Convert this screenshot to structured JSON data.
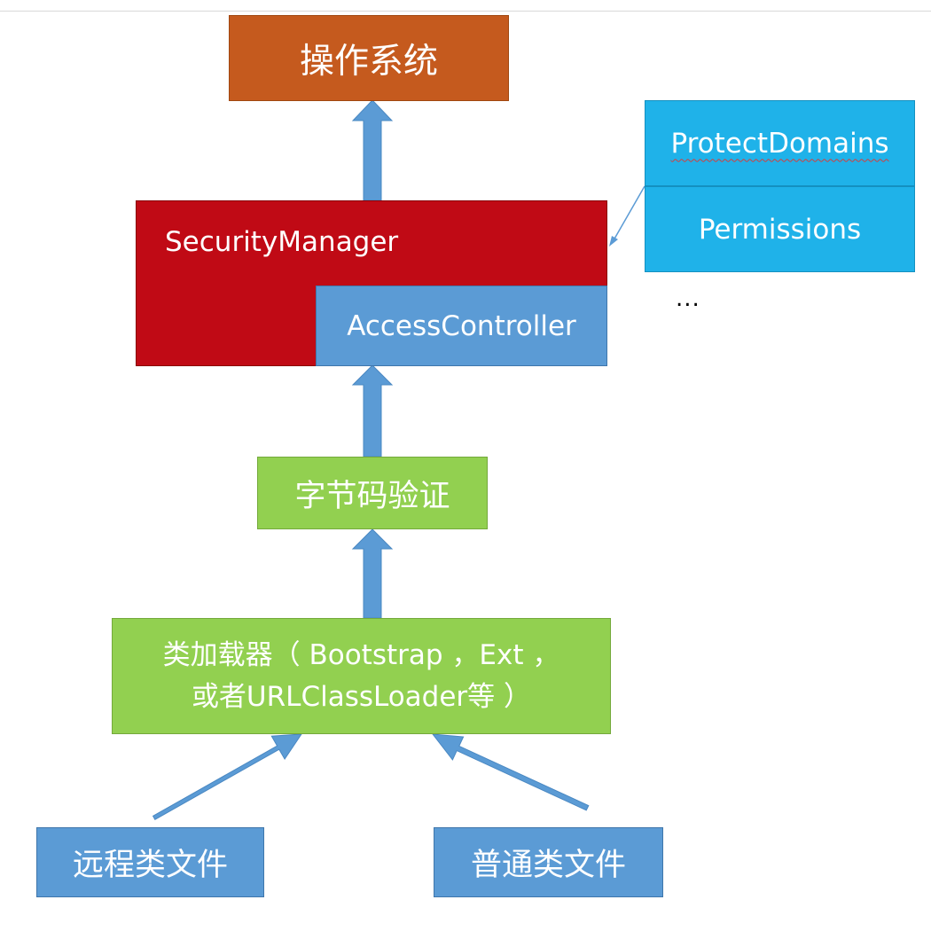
{
  "diagram": {
    "nodes": {
      "os": {
        "label": "操作系统",
        "color": "#c55a1e"
      },
      "security_manager": {
        "label": "SecurityManager",
        "color": "#c00a15"
      },
      "access_controller": {
        "label": "AccessController",
        "color": "#5b9bd5"
      },
      "protect_domains": {
        "label": "ProtectDomains",
        "color": "#1fb2e9"
      },
      "permissions": {
        "label": "Permissions",
        "color": "#1fb2e9"
      },
      "ellipsis": {
        "label": "..."
      },
      "bytecode_verify": {
        "label": "字节码验证",
        "color": "#92d050"
      },
      "class_loader": {
        "line1": "类加载器（ Bootstrap ，Ext ，",
        "line2": "或者URLClassLoader等 ）",
        "color": "#92d050"
      },
      "remote_files": {
        "label": "远程类文件",
        "color": "#5b9bd5"
      },
      "normal_files": {
        "label": "普通类文件",
        "color": "#5b9bd5"
      }
    },
    "edges": [
      {
        "from": "remote_files",
        "to": "class_loader"
      },
      {
        "from": "normal_files",
        "to": "class_loader"
      },
      {
        "from": "class_loader",
        "to": "bytecode_verify"
      },
      {
        "from": "bytecode_verify",
        "to": "access_controller"
      },
      {
        "from": "security_manager",
        "to": "os"
      },
      {
        "from": "protect_domains",
        "to": "security_manager"
      }
    ],
    "arrow_color": "#5b9bd5"
  }
}
